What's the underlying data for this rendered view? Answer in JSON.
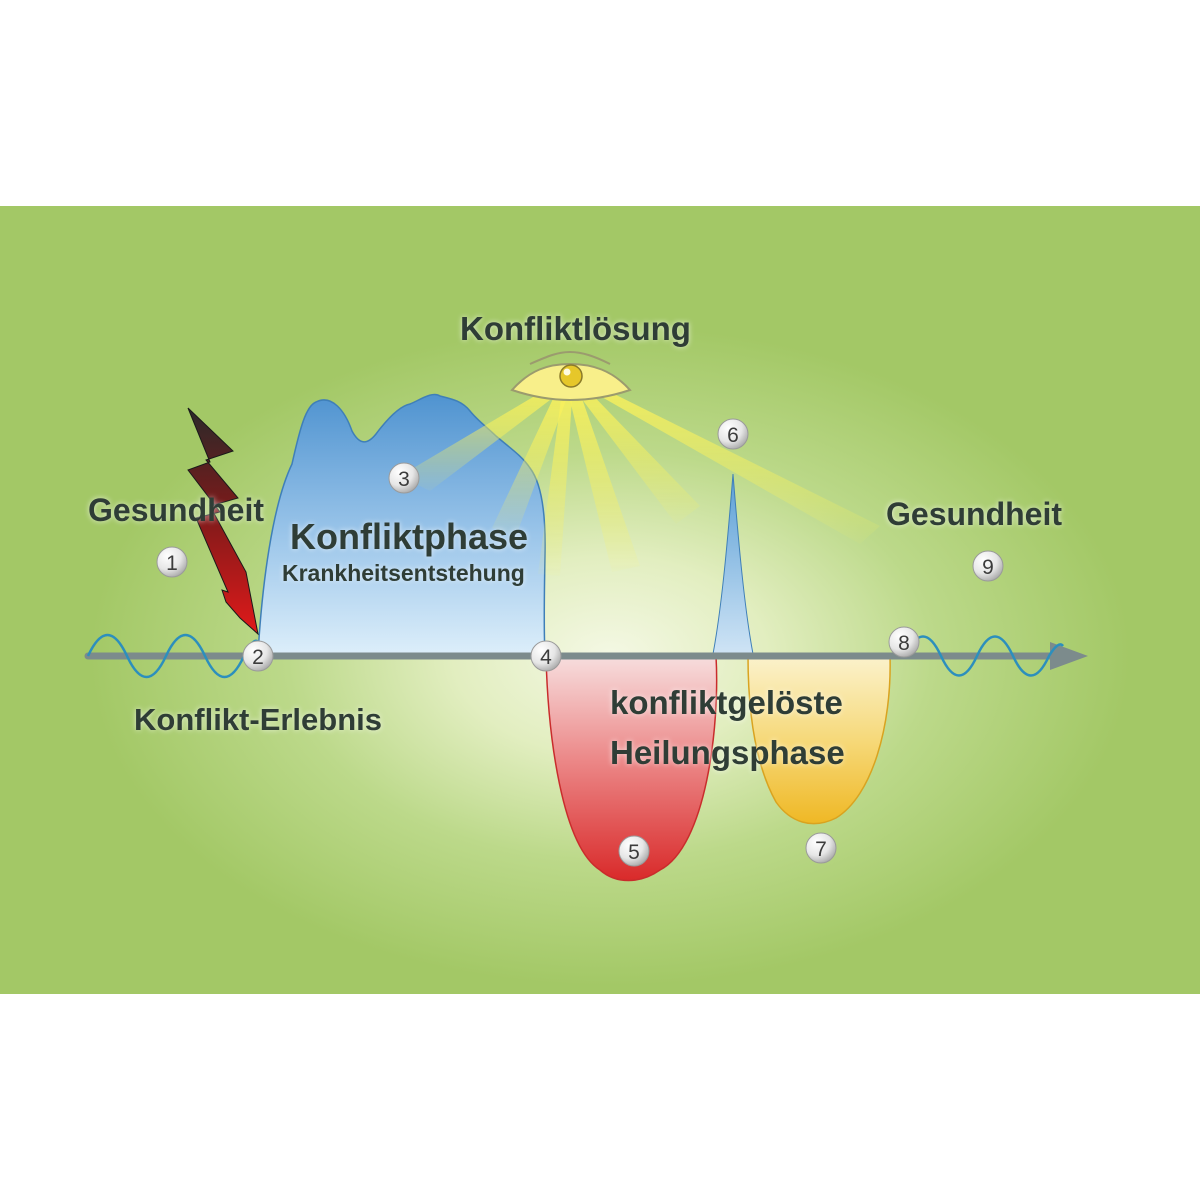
{
  "labels": {
    "gesundheit_left": "Gesundheit",
    "gesundheit_right": "Gesundheit",
    "konfliktloesung": "Konfliktlösung",
    "konfliktphase": "Konfliktphase",
    "krankheitsentstehung": "Krankheitsentstehung",
    "konflikt_erlebnis": "Konflikt-Erlebnis",
    "heilung_line1": "konfliktgelöste",
    "heilung_line2": "Heilungsphase"
  },
  "markers": [
    "1",
    "2",
    "3",
    "4",
    "5",
    "6",
    "7",
    "8",
    "9"
  ],
  "colors": {
    "background": "#a3c866",
    "conflict_phase": "#5b9fd6",
    "healing_red": "#e03a3a",
    "healing_yellow": "#f2c437",
    "lightning": "#d11f1f",
    "sun": "#f7e63a",
    "axis": "#7a8a8a",
    "wave": "#2c8fbd"
  }
}
